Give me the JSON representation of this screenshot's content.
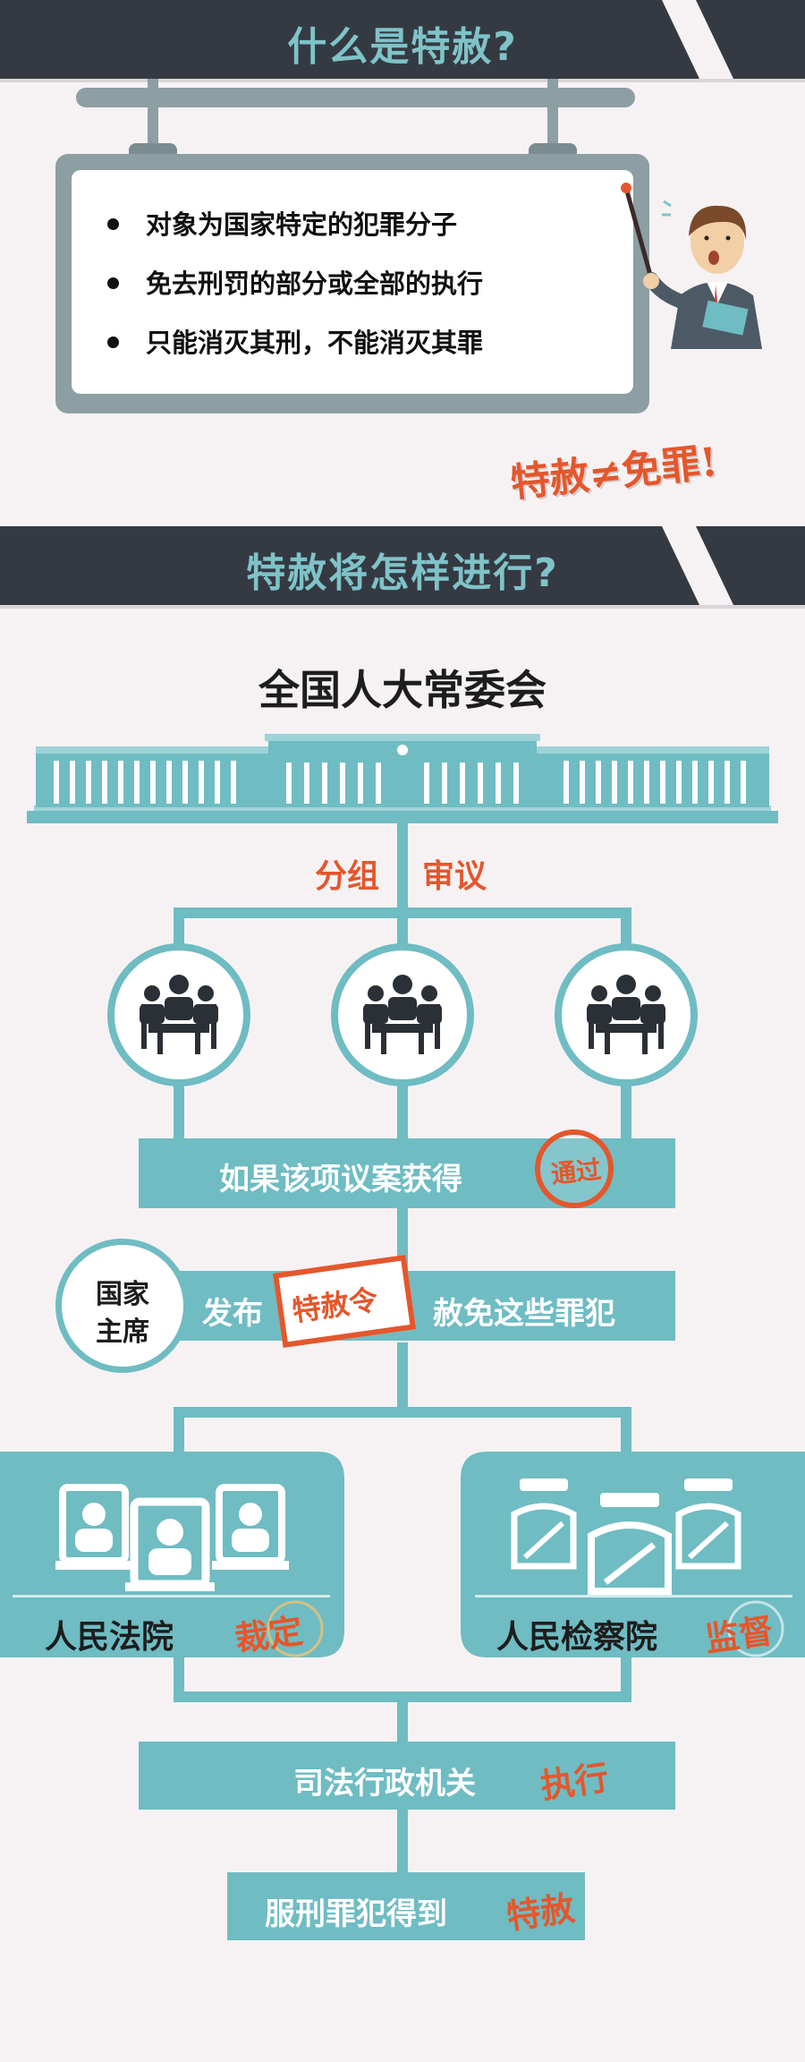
{
  "section1": {
    "title": "什么是特赦?"
  },
  "board": {
    "items": [
      "对象为国家特定的犯罪分子",
      "免去刑罚的部分或全部的执行",
      "只能消灭其刑，不能消灭其罪"
    ]
  },
  "tagline": "特赦≠免罪!",
  "section2": {
    "title": "特赦将怎样进行?"
  },
  "flow": {
    "committee": "全国人大常委会",
    "review_left": "分组",
    "review_right": "审议",
    "bar1_text": "如果该项议案获得",
    "bar1_stamp": "通过",
    "president_line1": "国家",
    "president_line2": "主席",
    "bar2_left": "发布",
    "bar2_stamp": "特赦令",
    "bar2_right": "赦免这些罪犯",
    "court": "人民法院",
    "court_action": "裁定",
    "procuratorate": "人民检察院",
    "procuratorate_action": "监督",
    "bar3_text": "司法行政机关",
    "bar3_action": "执行",
    "bar4_text": "服刑罪犯得到",
    "bar4_action": "特赦"
  },
  "colors": {
    "teal": "#6fbcc3",
    "dark": "#353a42",
    "orange": "#e4572c",
    "board_gray": "#8d9fa3"
  }
}
